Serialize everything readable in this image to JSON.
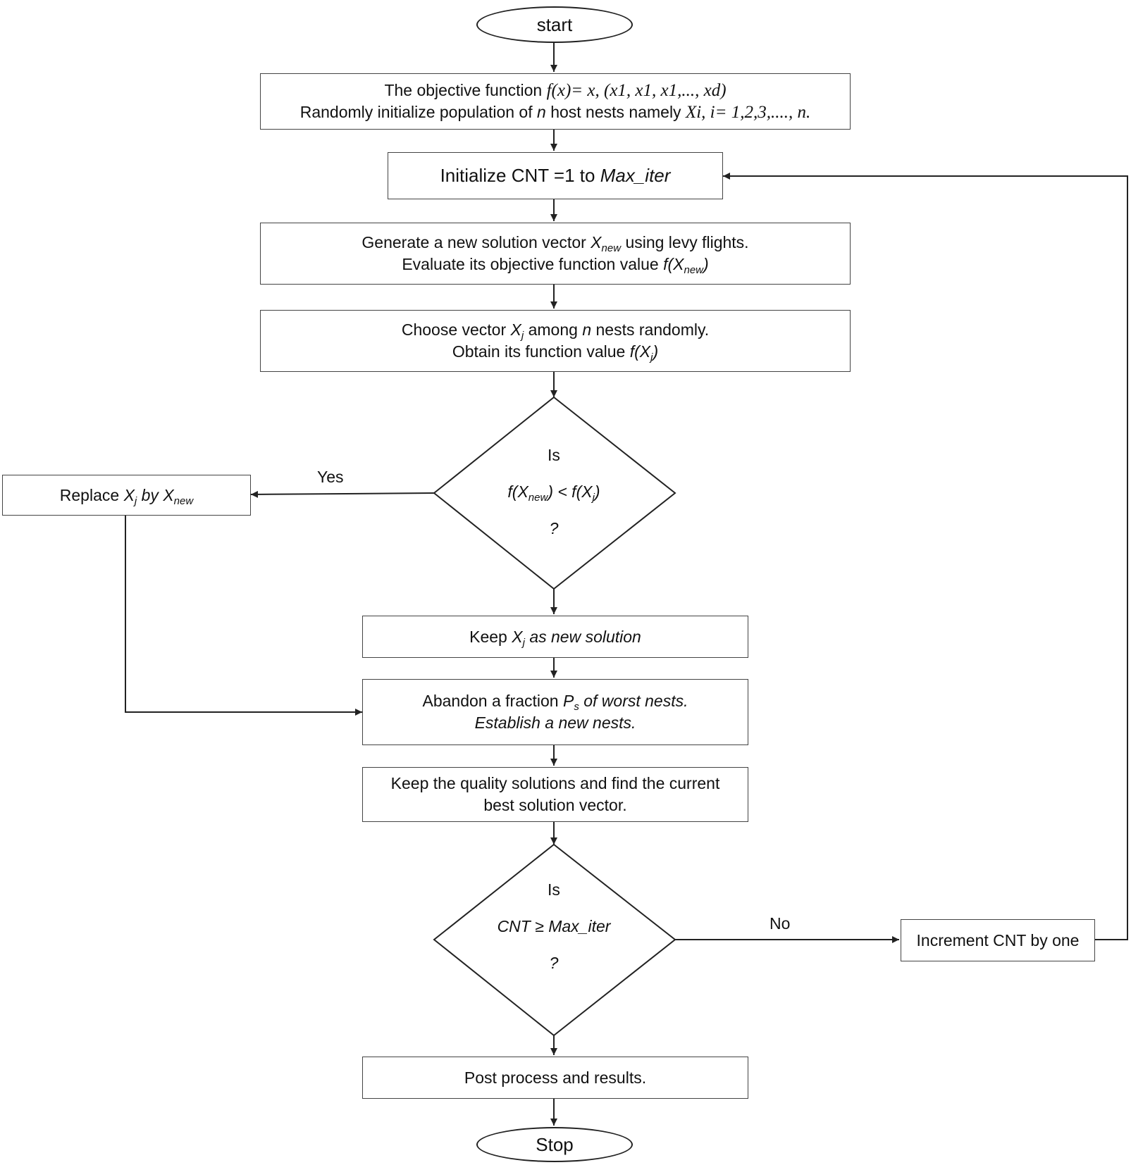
{
  "nodes": {
    "start": "start",
    "objective": {
      "line1_prefix": "The objective function",
      "line1_formula": "f(x)= x, (x1, x1, x1,..., xd)",
      "line2_prefix": "Randomly initialize population of",
      "line2_n": "n",
      "line2_mid": "host nests namely",
      "line2_formula": "Xi, i= 1,2,3,...., n."
    },
    "init": {
      "prefix": "Initialize CNT =1 to",
      "var": "Max_iter"
    },
    "generate": {
      "line1_a": "Generate  a new solution vector",
      "line1_var": "X",
      "line1_sub": "new",
      "line1_b": "using levy flights.",
      "line2_a": "Evaluate its objective function value",
      "line2_f": "f(X",
      "line2_sub": "new",
      "line2_close": ")"
    },
    "choose": {
      "line1_a": "Choose vector",
      "line1_var": "X",
      "line1_sub": "j",
      "line1_b": "among",
      "line1_n": "n",
      "line1_c": "nests randomly.",
      "line2_a": "Obtain its function value",
      "line2_f": "f(X",
      "line2_sub": "j",
      "line2_close": ")"
    },
    "decision1": {
      "is": "Is",
      "f1": "f(X",
      "sub1": "new",
      "mid": ") < f(X",
      "sub2": "j",
      "close": ")",
      "q": "?"
    },
    "replace": {
      "a": "Replace",
      "var": "X",
      "sub": "j",
      "by": "by X",
      "sub2": "new"
    },
    "keep": {
      "a": "Keep",
      "var": "X",
      "sub": "j",
      "b": "as new solution"
    },
    "abandon": {
      "line1_a": "Abandon a fraction",
      "line1_var": "P",
      "line1_sub": "s",
      "line1_b": "of worst nests.",
      "line2": "Establish a new nests."
    },
    "quality": {
      "line1": "Keep the quality solutions and find the current",
      "line2": "best solution vector."
    },
    "decision2": {
      "is": "Is",
      "cond": "CNT ≥ Max_iter",
      "q": "?"
    },
    "increment": "Increment CNT by one",
    "post": "Post process and results.",
    "stop": "Stop"
  },
  "edge_labels": {
    "yes": "Yes",
    "no": "No"
  },
  "colors": {
    "line": "#222222",
    "border": "#444444"
  }
}
